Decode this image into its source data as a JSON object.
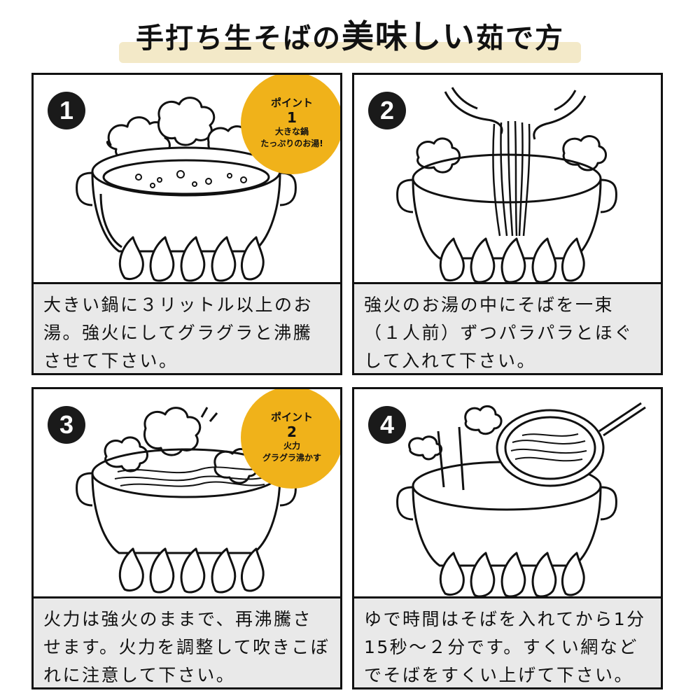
{
  "title": {
    "part1": "手打ち生そばの",
    "part2": "美味しい",
    "part3": "茹で方"
  },
  "colors": {
    "badge": "#f0b21a",
    "caption_bg": "#e9e9e9",
    "title_highlight": "#f3e9c8"
  },
  "steps": [
    {
      "number": "1",
      "illustration": "pot-boiling-water-icon",
      "caption": "大きい鍋に３リットル以上のお湯。強火にしてグラグラと沸騰させて下さい。",
      "point": {
        "label": "ポイント",
        "number": "1",
        "line1": "大きな鍋",
        "line2": "たっぷりのお湯!"
      }
    },
    {
      "number": "2",
      "illustration": "hands-adding-soba-icon",
      "caption": "強火のお湯の中にそばを一束（１人前）ずつパラパラとほぐして入れて下さい。"
    },
    {
      "number": "3",
      "illustration": "soba-boiling-pot-icon",
      "caption": "火力は強火のままで、再沸騰させます。火力を調整して吹きこぼれに注意して下さい。",
      "point": {
        "label": "ポイント",
        "number": "2",
        "line1": "火力",
        "line2": "グラグラ沸かす"
      }
    },
    {
      "number": "4",
      "illustration": "strainer-scooping-soba-icon",
      "caption": "ゆで時間はそばを入れてから1分15秒～２分です。すくい網などでそばをすくい上げて下さい。"
    }
  ]
}
